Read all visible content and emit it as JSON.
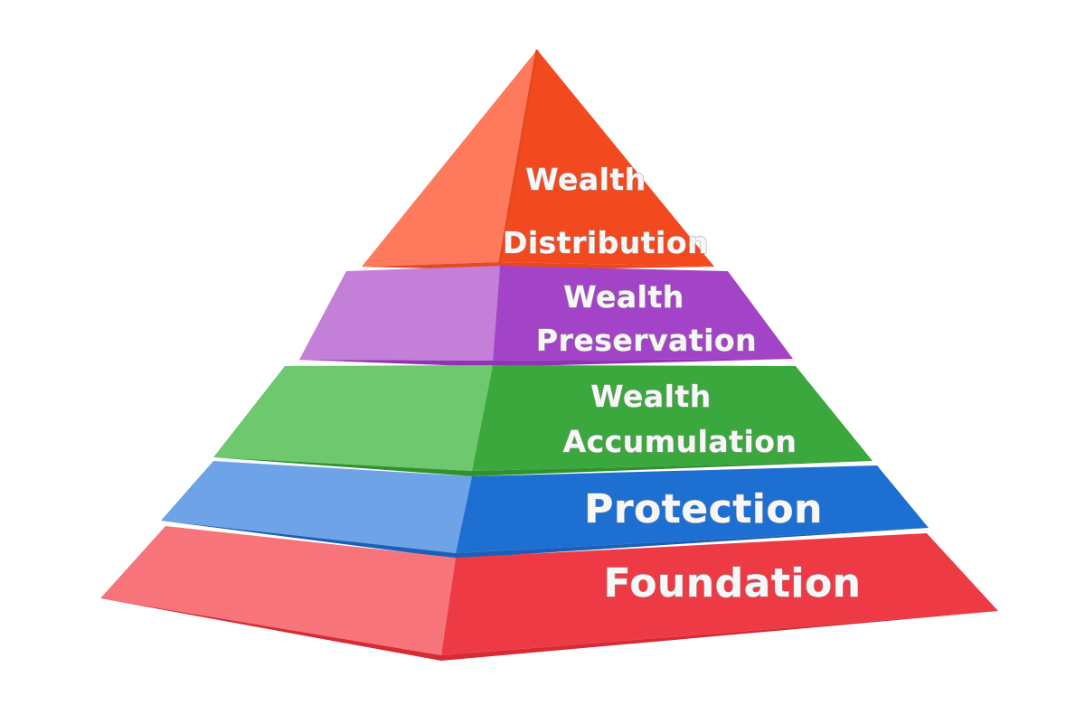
{
  "diagram": {
    "layers": [
      {
        "id": "wealth-distribution",
        "lines": [
          "Wealth",
          "Distribution"
        ],
        "left_color": "#ff7a5c",
        "right_color": "#f3491f",
        "edge_color": "#e8481f"
      },
      {
        "id": "wealth-preservation",
        "lines": [
          "Wealth",
          "Preservation"
        ],
        "left_color": "#c47fd8",
        "right_color": "#a344c8",
        "edge_color": "#8e34b4"
      },
      {
        "id": "wealth-accumulation",
        "lines": [
          "Wealth",
          "Accumulation"
        ],
        "left_color": "#6ec86e",
        "right_color": "#3aa83c",
        "edge_color": "#2f922f"
      },
      {
        "id": "protection",
        "lines": [
          "Protection"
        ],
        "left_color": "#6fa3e8",
        "right_color": "#1e6fd2",
        "edge_color": "#1a5fb8"
      },
      {
        "id": "foundation",
        "lines": [
          "Foundation"
        ],
        "left_color": "#f7747a",
        "right_color": "#ee3a44",
        "edge_color": "#d82a35"
      }
    ]
  }
}
